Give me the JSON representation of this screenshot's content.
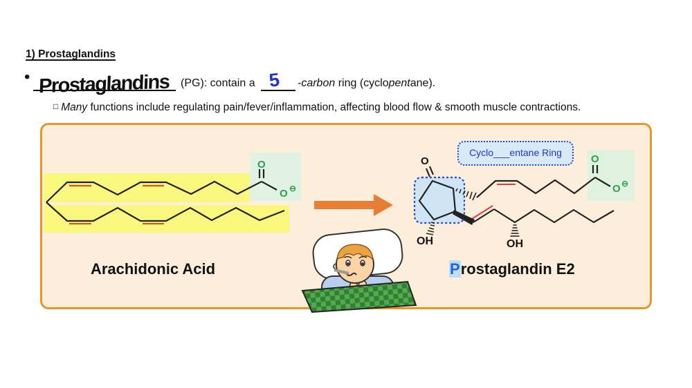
{
  "lesson": {
    "heading": "1) Prostaglandins",
    "bullet": {
      "marker": "•",
      "term_handwritten": "Prostaglandins",
      "after_term": "(PG): contain a",
      "blank_value": "5",
      "dash": "-",
      "carbon_italic": "carbon",
      "ring_text": " ring (cyclo",
      "pent_italic": "pent",
      "ane_text": "ane)."
    },
    "sub_bullet": {
      "marker": "□",
      "many_italic": "Many",
      "text": " functions include regulating pain/fever/inflammation, affecting blood flow & smooth muscle contractions."
    }
  },
  "figure": {
    "left_label": "Arachidonic Acid",
    "right_label_highlight": "P",
    "right_label_rest": "rostaglandin E2",
    "callout": "Cyclo___entane Ring",
    "atoms": {
      "o": "O",
      "minus": "⊖",
      "oh": "OH"
    },
    "colors": {
      "panel_border": "#E8952E",
      "panel_bg": "#FCEEDB",
      "yellow_highlight": "#F9F77D",
      "mint_highlight": "#DFF2E0",
      "green_atom": "#2E9E4D",
      "red_bond_left": "#CC5A1E",
      "red_bond_right": "#D84040",
      "blue_accent": "#2746D8",
      "ring_highlight": "#CFE5F6",
      "arrow_orange": "#E87E33",
      "p_highlight_bg": "#BFDCF8",
      "handwriting_blue": "#2233CC"
    }
  }
}
